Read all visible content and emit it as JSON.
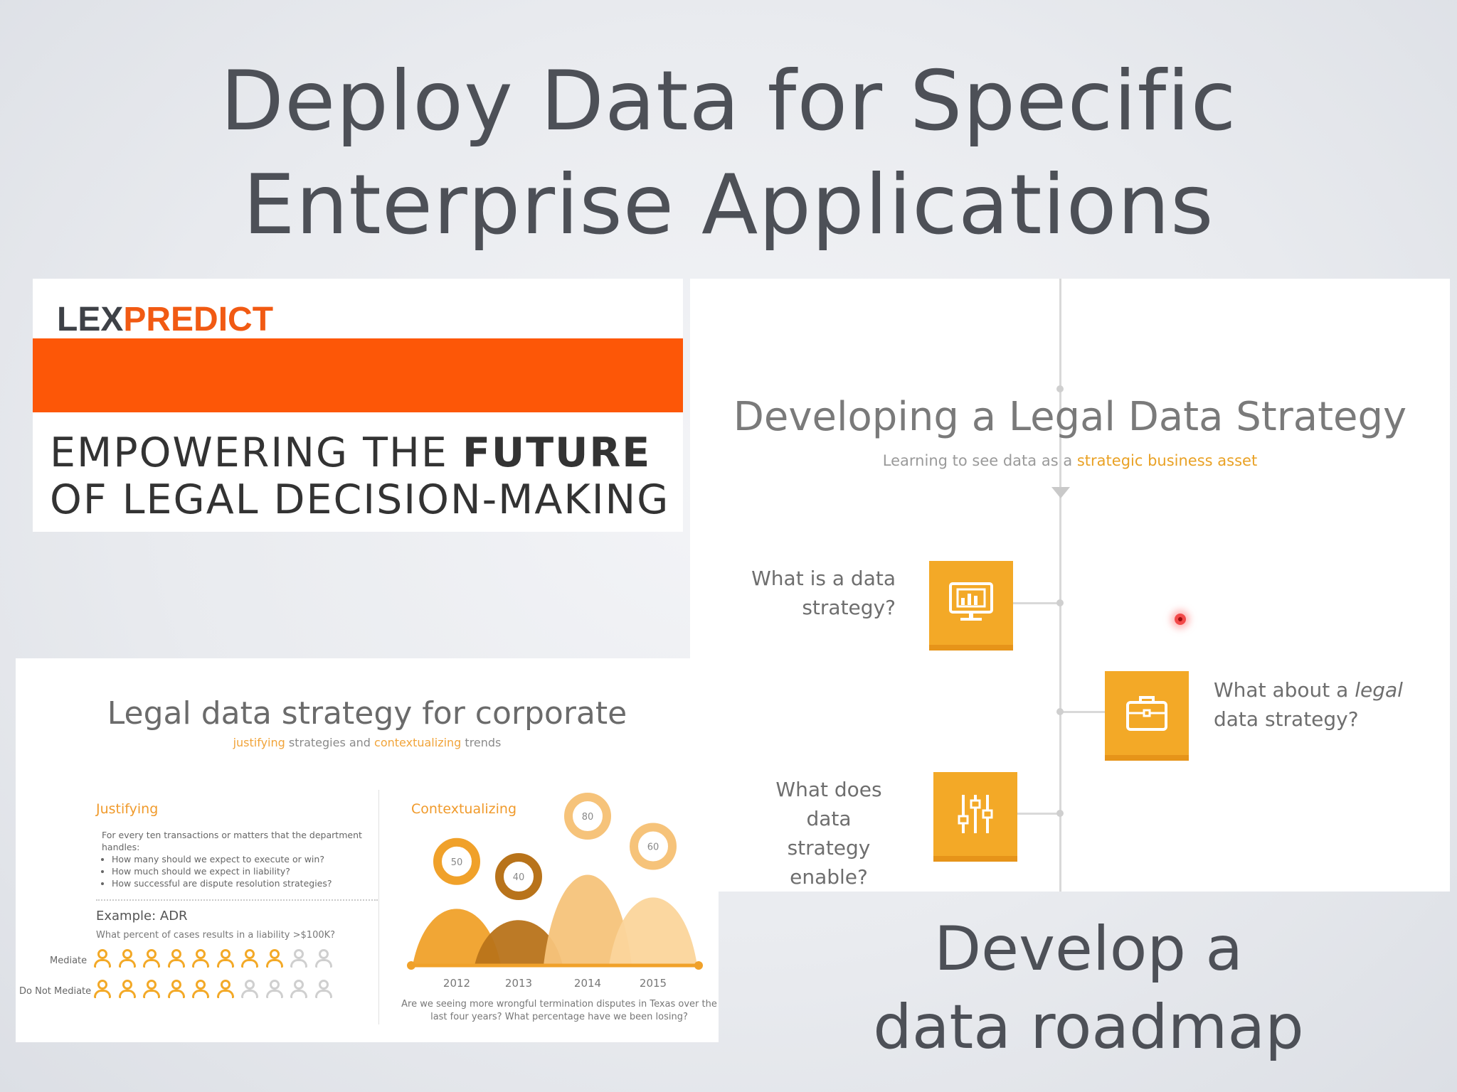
{
  "slide": {
    "title_line1": "Deploy Data for Specific",
    "title_line2": "Enterprise Applications",
    "roadmap_line1": "Develop a",
    "roadmap_line2": "data roadmap"
  },
  "lexpredict": {
    "logo_left": "LE",
    "logo_x": "X",
    "logo_right": "PREDICT",
    "tagline_line1_pre": "EMPOWERING THE ",
    "tagline_line1_bold": "FUTURE",
    "tagline_line2": "OF LEGAL DECISION-MAKING",
    "accent_color": "#fd5707"
  },
  "strategy": {
    "title": "Developing a Legal Data Strategy",
    "subtitle_pre": "Learning to see data as a ",
    "subtitle_highlight": "strategic business asset",
    "q1": "What is a data strategy?",
    "q2_pre": "What about a ",
    "q2_italic": "legal",
    "q2_post": "data strategy?",
    "q3_line1": "What does data",
    "q3_line2": "strategy enable?",
    "icons": [
      "monitor-chart-icon",
      "briefcase-icon",
      "sliders-icon"
    ],
    "box_color": "#f3a927"
  },
  "corporate": {
    "title": "Legal data strategy for corporate",
    "sub_hl1": "justifying",
    "sub_mid": " strategies and ",
    "sub_hl2": "contextualizing",
    "sub_end": " trends",
    "justifying_heading": "Justifying",
    "justifying_intro": "For every ten transactions or matters that the department handles:",
    "justifying_bullets": [
      "How many should we expect to execute or win?",
      "How much should we expect in liability?",
      "How successful are dispute resolution strategies?"
    ],
    "example_heading": "Example: ADR",
    "example_question": "What percent of cases results in a liability >$100K?",
    "mediate_label": "Mediate",
    "do_not_mediate_label": "Do Not Mediate",
    "mediate_filled": 8,
    "do_not_mediate_filled": 6,
    "people_per_row": 10,
    "contextualizing_heading": "Contextualizing",
    "context_note": "Are we seeing more wrongful termination disputes in Texas over the last four years?   What percentage have we been losing?"
  },
  "chart_data": {
    "type": "area",
    "categories": [
      "2012",
      "2013",
      "2014",
      "2015"
    ],
    "values": [
      50,
      40,
      80,
      60
    ],
    "title": "Contextualizing",
    "colors": [
      "#f0a12a",
      "#b8731a",
      "#f6c37a",
      "#fbd59b"
    ]
  }
}
